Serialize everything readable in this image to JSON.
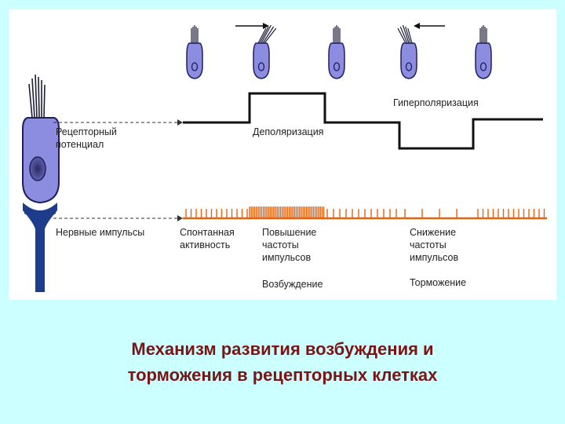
{
  "labels": {
    "receptor_potential": "Рецепторный\nпотенциал",
    "nerve_impulses": "Нервные импульсы",
    "depolarization": "Деполяризация",
    "hyperpolarization": "Гиперполяризация",
    "spontaneous_activity": "Спонтанная\nактивность",
    "frequency_increase": "Повышение\nчастоты\nимпульсов",
    "frequency_decrease": "Снижение\nчастоты\nимпульсов",
    "excitation": "Возбуждение",
    "inhibition": "Торможение"
  },
  "caption": "Механизм развития возбуждения и\nторможения в рецепторных клетках",
  "colors": {
    "background": "#ccffff",
    "panel": "#ffffff",
    "cell_fill": "#8c8ce0",
    "cell_outline": "#1e1e5a",
    "nucleus": "#5a5aa8",
    "nerve_fiber": "#1e3c8c",
    "impulse_marks": "#e06414",
    "caption": "#7a1515"
  },
  "icons": {
    "arrow_right": "arrow-right-icon",
    "arrow_left": "arrow-left-icon"
  }
}
